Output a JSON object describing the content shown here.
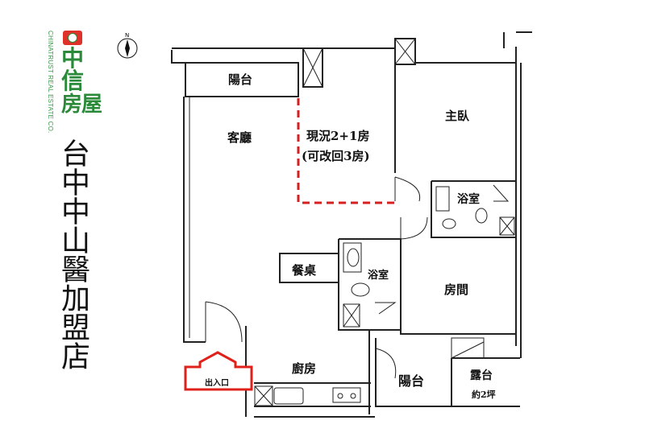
{
  "logo": {
    "chinese_top": "中",
    "chinese_mid": "信",
    "chinese_bottom": "房屋",
    "english": "CHINATRUST REAL ESTATE CO.",
    "brand_color": "#2a8a3a",
    "mark_color": "#e0302a"
  },
  "compass": {
    "label": "N"
  },
  "side_title": "台中中山醫加盟店",
  "rooms": {
    "balcony_top": "陽台",
    "living_room": "客廳",
    "current_rooms": "現況2+1房",
    "convertible": "(可改回3房)",
    "master_bedroom": "主臥",
    "bathroom_master": "浴室",
    "dining_table": "餐桌",
    "bathroom_2": "浴室",
    "bedroom": "房間",
    "kitchen": "廚房",
    "balcony_bottom": "陽台",
    "terrace": "露台",
    "terrace_size": "約2坪"
  },
  "entrance": {
    "label": "出入口",
    "color": "#e0201a"
  },
  "accent": {
    "dashed_partition": "#d42020"
  }
}
